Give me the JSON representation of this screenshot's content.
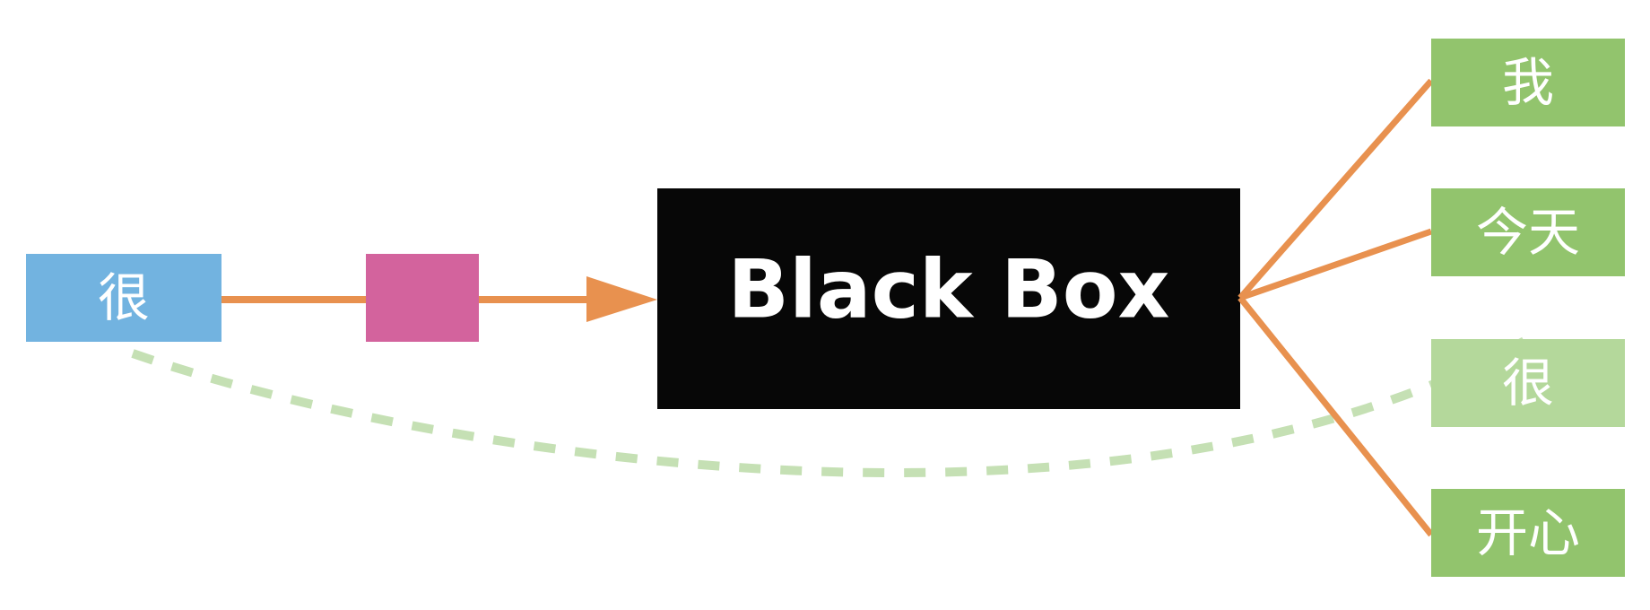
{
  "input_node": {
    "label": "很",
    "color": "#72b3e0"
  },
  "embedding_node": {
    "label": "",
    "color": "#d3639d"
  },
  "black_box": {
    "label": "Black Box",
    "color": "#070707"
  },
  "output_nodes": [
    {
      "label": "我",
      "color": "#92c46d",
      "faded": false
    },
    {
      "label": "今天",
      "color": "#92c46d",
      "faded": false
    },
    {
      "label": "很",
      "color": "#b4d89b",
      "faded": true
    },
    {
      "label": "开心",
      "color": "#92c46d",
      "faded": false
    }
  ],
  "colors": {
    "arrow": "#e8914f",
    "dashed_link": "#c5e0b4"
  }
}
